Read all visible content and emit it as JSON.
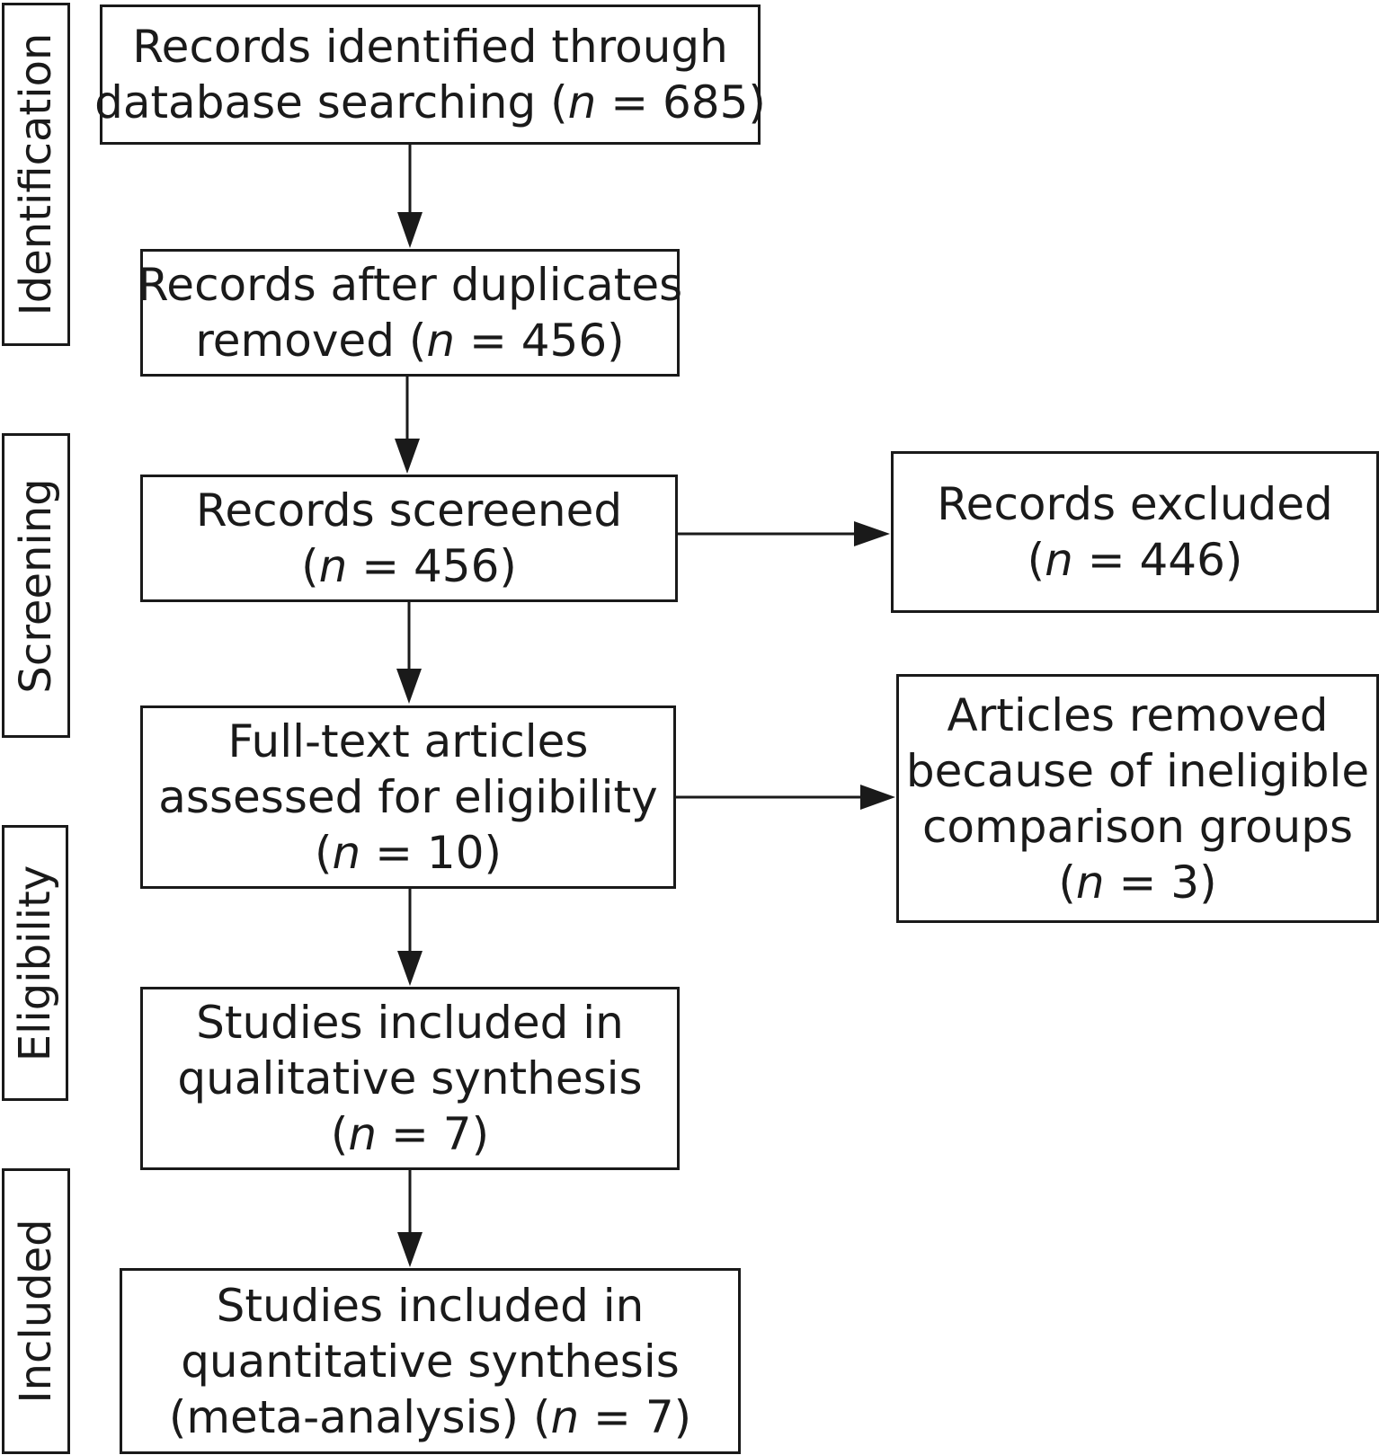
{
  "stages": {
    "identification": "Identification",
    "screening": "Screening",
    "eligibility": "Eligibility",
    "included": "Included"
  },
  "boxes": {
    "identified": {
      "line1": "Records identified through",
      "line2a": "database searching (",
      "n": "n",
      "line2b": " = 685)"
    },
    "after_duplicates": {
      "line1": "Records after duplicates",
      "line2a": "removed (",
      "n": "n",
      "line2b": " = 456)"
    },
    "screened": {
      "line1": "Records scereened",
      "line2a": "(",
      "n": "n",
      "line2b": " = 456)"
    },
    "excluded": {
      "line1": "Records excluded",
      "line2a": "(",
      "n": "n",
      "line2b": " = 446)"
    },
    "full_text": {
      "line1": "Full-text articles",
      "line2": "assessed for eligibility",
      "line3a": "(",
      "n": "n",
      "line3b": " = 10)"
    },
    "removed": {
      "line1": "Articles removed",
      "line2": "because of ineligible",
      "line3": "comparison groups",
      "line4a": "(",
      "n": "n",
      "line4b": " = 3)"
    },
    "qualitative": {
      "line1": "Studies included in",
      "line2": "qualitative synthesis",
      "line3a": "(",
      "n": "n",
      "line3b": " = 7)"
    },
    "quantitative": {
      "line1": "Studies included in",
      "line2": "quantitative synthesis",
      "line3a": "(meta-analysis) (",
      "n": "n",
      "line3b": " = 7)"
    }
  }
}
